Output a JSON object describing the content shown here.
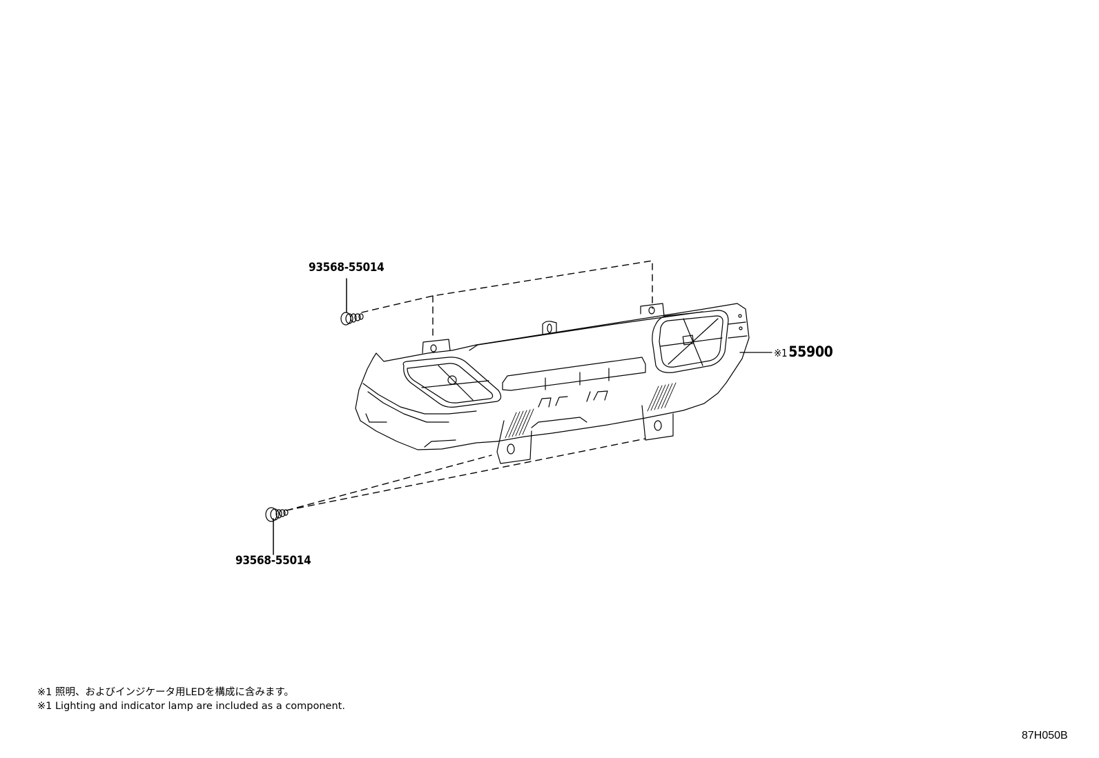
{
  "diagram": {
    "type": "exploded-parts-diagram",
    "parts": [
      {
        "part_number": "93568-55014",
        "position": "upper-left",
        "description": "screw"
      },
      {
        "part_number": "93568-55014",
        "position": "lower-left",
        "description": "screw"
      },
      {
        "part_number": "55900",
        "note_mark": "※1",
        "position": "right",
        "description": "control panel assembly"
      }
    ],
    "labels": {
      "screw_upper": "93568-55014",
      "screw_lower": "93568-55014",
      "main_part_note": "※1",
      "main_part": "55900"
    },
    "footnotes": {
      "japanese": "※1 照明、およびインジケータ用LEDを構成に含みます。",
      "english": "※1 Lighting and indicator lamp are included as a component."
    },
    "illustration_id": "87H050B",
    "colors": {
      "line": "#000000",
      "background": "#ffffff"
    }
  }
}
